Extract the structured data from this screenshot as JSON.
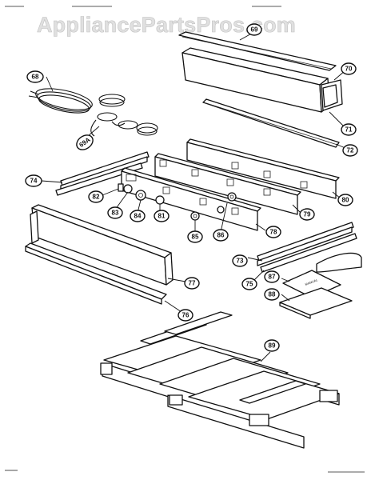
{
  "watermark": "AppliancePartsPros.com",
  "callouts": [
    {
      "id": "68",
      "label": "68"
    },
    {
      "id": "69",
      "label": "69"
    },
    {
      "id": "69a",
      "label": "69A"
    },
    {
      "id": "70",
      "label": "70"
    },
    {
      "id": "71",
      "label": "71"
    },
    {
      "id": "72",
      "label": "72"
    },
    {
      "id": "74",
      "label": "74"
    },
    {
      "id": "80",
      "label": "80"
    },
    {
      "id": "82",
      "label": "82"
    },
    {
      "id": "83",
      "label": "83"
    },
    {
      "id": "84",
      "label": "84"
    },
    {
      "id": "81",
      "label": "81"
    },
    {
      "id": "79",
      "label": "79"
    },
    {
      "id": "85",
      "label": "85"
    },
    {
      "id": "86",
      "label": "86"
    },
    {
      "id": "78",
      "label": "78"
    },
    {
      "id": "73",
      "label": "73"
    },
    {
      "id": "75",
      "label": "75"
    },
    {
      "id": "77",
      "label": "77"
    },
    {
      "id": "87",
      "label": "87"
    },
    {
      "id": "88",
      "label": "88"
    },
    {
      "id": "76",
      "label": "76"
    },
    {
      "id": "89",
      "label": "89"
    }
  ]
}
